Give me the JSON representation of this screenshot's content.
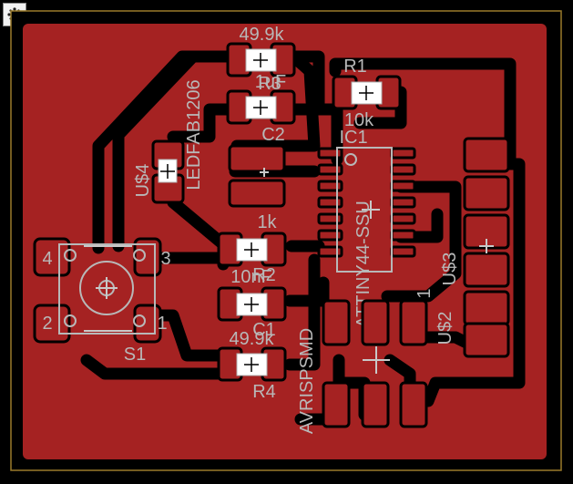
{
  "colors": {
    "background": "#000000",
    "copper": "#a52222",
    "board_outline": "#9a7a2a",
    "silkscreen": "#b8b8b8"
  },
  "toolbar": {
    "icon": "move-tool-icon"
  },
  "labels": {
    "r3_value": "49.9k",
    "r1_name": "R1",
    "r1_value": "10k",
    "c2_value": "1uF",
    "c2_name": "C2",
    "r3_name": "R3",
    "led_name": "LEDFAB1206",
    "us4_name": "U$4",
    "ic1_name": "IC1",
    "ic1_value": "ATTINY44-SSU",
    "r2_value": "1k",
    "r2_name": "R2",
    "c1_value": "10nF",
    "c1_name": "C1",
    "r4_value": "49.9k",
    "r4_name": "R4",
    "s1_name": "S1",
    "s1_pin4": "4",
    "s1_pin3": "3",
    "s1_pin2": "2",
    "s1_pin1": "1",
    "us3_name": "U$3",
    "us2_name": "U$2",
    "us2_pin": "1",
    "avr_name": "AVRISPSMD"
  }
}
